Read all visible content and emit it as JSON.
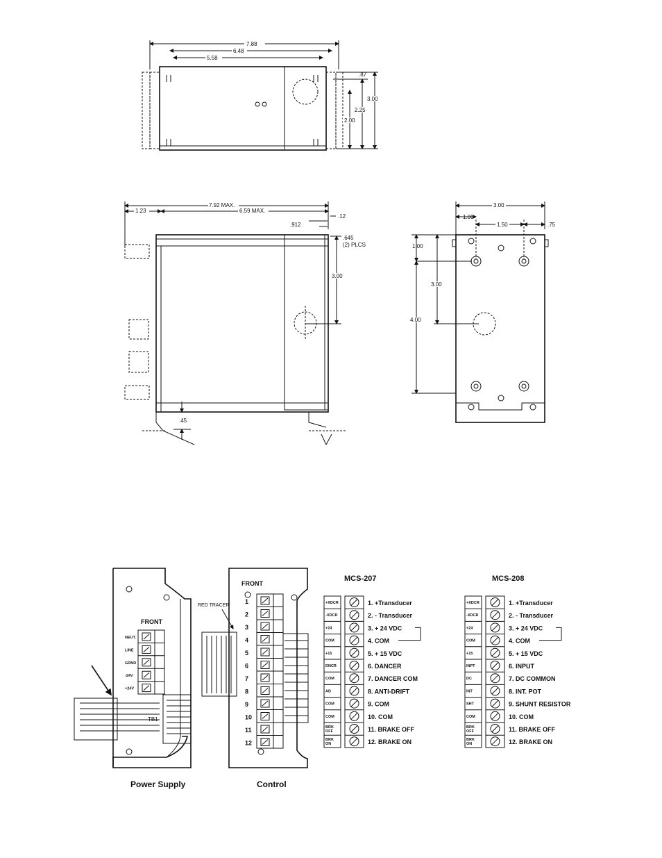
{
  "top_view": {
    "dims": {
      "overall": "7.88",
      "mid": "6.48",
      "inner": "5.58",
      "d1": ".87",
      "d2": "3.00",
      "d3": "2.25",
      "d4": "2.00"
    }
  },
  "side_view": {
    "dims": {
      "left": "1.23",
      "overall": "7.92 MAX.",
      "body": "6.59 MAX.",
      "right": ".12",
      "d912": ".912",
      "hole": ".645",
      "hole_note": "(2) PLCS",
      "vert": "3.00",
      "bottom": ".45"
    }
  },
  "end_view": {
    "dims": {
      "width": "3.00",
      "left": "1.00",
      "mid": "1.50",
      "right": ".75",
      "top": "1.00",
      "center": "3.00",
      "height": "4.00"
    }
  },
  "power_supply": {
    "caption": "Power Supply",
    "front_label": "FRONT",
    "tb_label": "TB1",
    "terminals": [
      "NEUT.",
      "LINE",
      "GRND",
      "-24V",
      "+24V"
    ]
  },
  "control": {
    "caption": "Control",
    "front_label": "FRONT",
    "tracer_label": "RED TRACER",
    "pins": [
      "1",
      "2",
      "3",
      "4",
      "5",
      "6",
      "7",
      "8",
      "9",
      "10",
      "11",
      "12"
    ]
  },
  "mcs207": {
    "title": "MCS-207",
    "tags": [
      "+XDCR",
      "-XDCR",
      "+24",
      "COM",
      "+15",
      "DNCR",
      "COM",
      "AD",
      "COM",
      "COM",
      "BRK OFF",
      "BRK ON"
    ],
    "labels": [
      "1.  +Transducer",
      "2.  - Transducer",
      "3.  + 24 VDC",
      "4.  COM",
      "5.  + 15 VDC",
      "6.  DANCER",
      "7.  DANCER COM",
      "8.  ANTI-DRIFT",
      "9.  COM",
      "10. COM",
      "11. BRAKE OFF",
      "12. BRAKE ON"
    ]
  },
  "mcs208": {
    "title": "MCS-208",
    "tags": [
      "+XDCR",
      "-XDCR",
      "+24",
      "COM",
      "+15",
      "INPT",
      "DC",
      "INT",
      "SHT",
      "COM",
      "BRK OFF",
      "BRK ON"
    ],
    "labels": [
      "1.  +Transducer",
      "2.  - Transducer",
      "3.  + 24 VDC",
      "4.  COM",
      "5.  + 15 VDC",
      "6.  INPUT",
      "7.  DC COMMON",
      "8.  INT. POT",
      "9.  SHUNT RESISTOR",
      "10. COM",
      "11. BRAKE OFF",
      "12. BRAKE ON"
    ]
  }
}
